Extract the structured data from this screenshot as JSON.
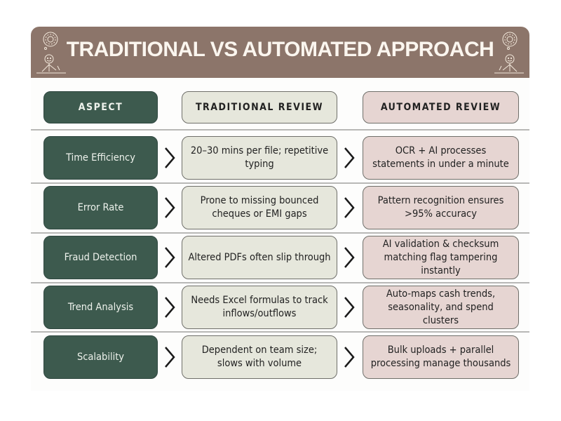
{
  "title": "TRADITIONAL VS AUTOMATED APPROACH",
  "decorations": [
    "thinking-person-doodle-left",
    "thinking-person-doodle-right"
  ],
  "colors": {
    "banner": "#8c756a",
    "banner_text": "#fbf6ef",
    "aspect_box": "#3d5a4e",
    "traditional_box": "#e6e7dc",
    "automated_box": "#e6d5d2",
    "divider": "#b8b8b6"
  },
  "headers": {
    "aspect": "ASPECT",
    "traditional": "TRADITIONAL REVIEW",
    "automated": "AUTOMATED REVIEW"
  },
  "rows": [
    {
      "aspect": "Time Efficiency",
      "traditional": "20–30 mins per file; repetitive typing",
      "automated": "OCR + AI processes statements in under a minute"
    },
    {
      "aspect": "Error Rate",
      "traditional": "Prone to missing bounced cheques or EMI gaps",
      "automated": "Pattern recognition ensures >95% accuracy"
    },
    {
      "aspect": "Fraud Detection",
      "traditional": "Altered PDFs often slip through",
      "automated": "AI validation & checksum matching flag tampering instantly"
    },
    {
      "aspect": "Trend Analysis",
      "traditional": "Needs Excel formulas to track inflows/outflows",
      "automated": "Auto-maps cash trends, seasonality, and spend clusters"
    },
    {
      "aspect": "Scalability",
      "traditional": "Dependent on team size; slows with volume",
      "automated": "Bulk uploads + parallel processing manage thousands"
    }
  ]
}
